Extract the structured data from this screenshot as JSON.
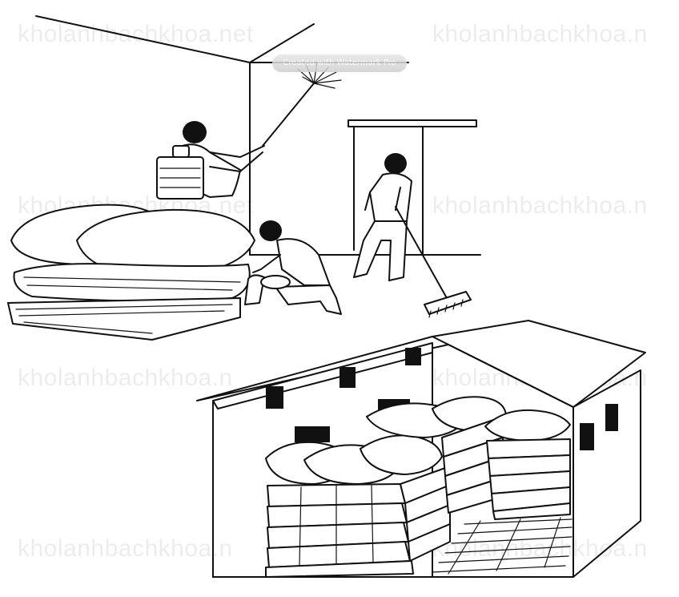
{
  "watermarks": [
    "kholanhbachkhoa.net",
    "kholanhbachkhoa.n",
    "kholanhbachkhoa.net",
    "kholanhbachkhoa.n",
    "kholanhbachkhoa.n",
    "kholanhbachkhoa.n",
    "kholanhbachkhoa.n",
    "kholanhbachkhoa.n"
  ],
  "badge_text": "Created with Watermark Pro"
}
